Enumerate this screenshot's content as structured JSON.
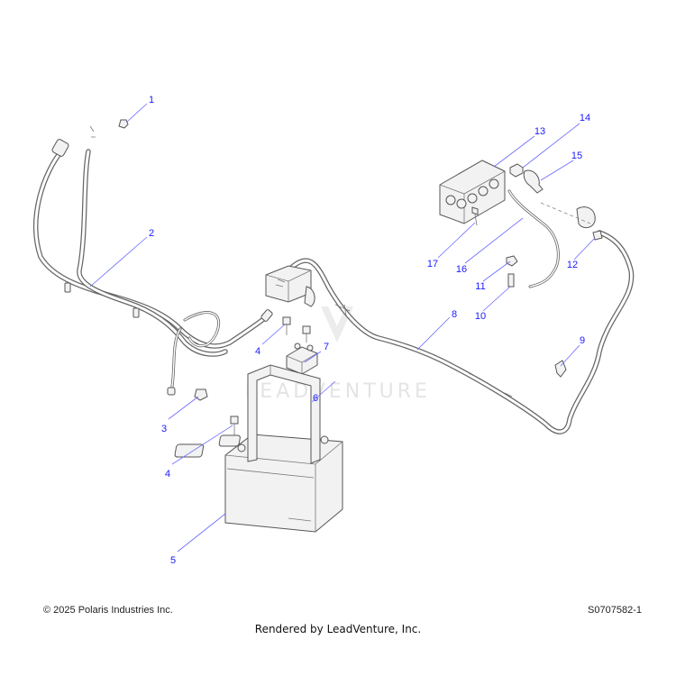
{
  "watermark": {
    "text": "LEADVENTURE"
  },
  "callouts": [
    {
      "id": "callout-1",
      "label": "1"
    },
    {
      "id": "callout-2",
      "label": "2"
    },
    {
      "id": "callout-3",
      "label": "3"
    },
    {
      "id": "callout-4a",
      "label": "4"
    },
    {
      "id": "callout-4b",
      "label": "4"
    },
    {
      "id": "callout-5",
      "label": "5"
    },
    {
      "id": "callout-6",
      "label": "6"
    },
    {
      "id": "callout-7",
      "label": "7"
    },
    {
      "id": "callout-8",
      "label": "8"
    },
    {
      "id": "callout-9",
      "label": "9"
    },
    {
      "id": "callout-10",
      "label": "10"
    },
    {
      "id": "callout-11",
      "label": "11"
    },
    {
      "id": "callout-12",
      "label": "12"
    },
    {
      "id": "callout-13",
      "label": "13"
    },
    {
      "id": "callout-14",
      "label": "14"
    },
    {
      "id": "callout-15",
      "label": "15"
    },
    {
      "id": "callout-16",
      "label": "16"
    },
    {
      "id": "callout-17",
      "label": "17"
    }
  ],
  "footer": {
    "copyright": "© 2025 Polaris Industries Inc.",
    "drawing_id": "S0707582-1",
    "rendered_by": "Rendered by LeadVenture, Inc."
  },
  "colors": {
    "callout": "#1a1aff",
    "leader": "#6a6aff",
    "line_art": "#555555"
  }
}
